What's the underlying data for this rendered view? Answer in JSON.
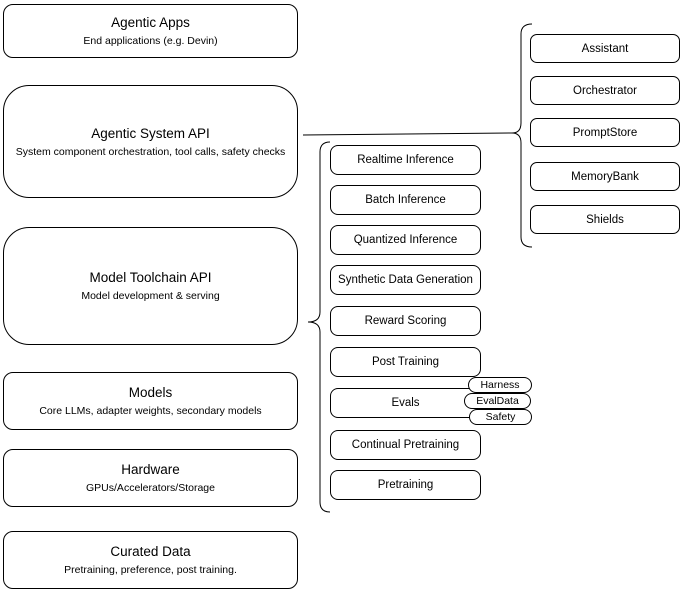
{
  "diagram": {
    "left_stack": [
      {
        "title": "Agentic Apps",
        "subtitle": "End applications (e.g. Devin)"
      },
      {
        "title": "Agentic System API",
        "subtitle": "System component orchestration, tool calls, safety checks"
      },
      {
        "title": "Model Toolchain API",
        "subtitle": "Model development & serving"
      },
      {
        "title": "Models",
        "subtitle": "Core LLMs, adapter weights, secondary models"
      },
      {
        "title": "Hardware",
        "subtitle": "GPUs/Accelerators/Storage"
      },
      {
        "title": "Curated Data",
        "subtitle": "Pretraining, preference, post training."
      }
    ],
    "toolchain_items": [
      "Realtime Inference",
      "Batch Inference",
      "Quantized Inference",
      "Synthetic Data Generation",
      "Reward Scoring",
      "Post Training",
      "Evals",
      "Continual Pretraining",
      "Pretraining"
    ],
    "evals_tags": [
      "Harness",
      "EvalData",
      "Safety"
    ],
    "system_components": [
      "Assistant",
      "Orchestrator",
      "PromptStore",
      "MemoryBank",
      "Shields"
    ],
    "colors": {
      "node_fill": "#ffffff",
      "node_border": "#000000",
      "text": "#000000",
      "connector": "#000000"
    }
  }
}
